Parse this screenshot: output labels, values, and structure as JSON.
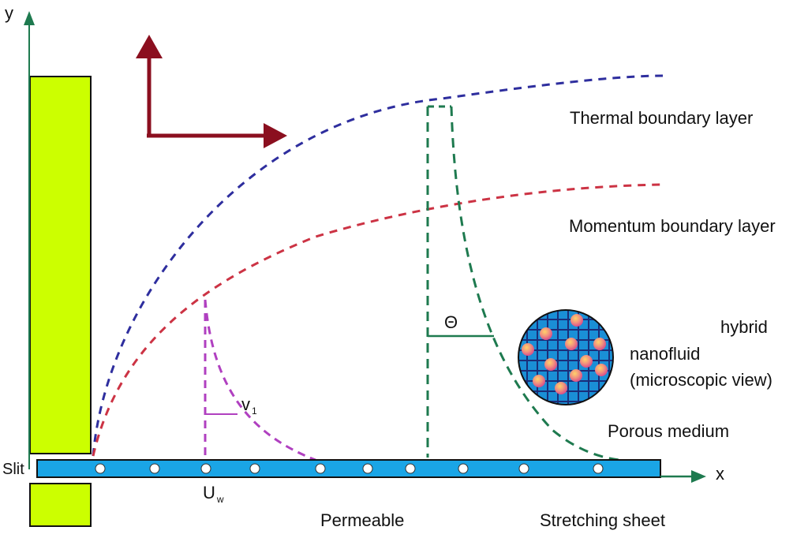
{
  "labels": {
    "y_axis": "y",
    "x_axis": "x",
    "slit": "Slit",
    "thermal": "Thermal boundary layer",
    "momentum": "Momentum boundary layer",
    "hybrid": "hybrid",
    "nanofluid": "nanofluid",
    "microscopic": "(microscopic view)",
    "porous": "Porous medium",
    "permeable": "Permeable",
    "stretching": "Stretching sheet",
    "theta": "Θ",
    "v_main": "v",
    "v_sub": "1",
    "u_main": "U",
    "u_sub": "w"
  },
  "colors": {
    "slab": "#ccff00",
    "sheet": "#1aa5e6",
    "axis": "#1e7a4f",
    "arrow": "#8b0f1f",
    "thermal": "#2e2e9e",
    "momentum": "#cc3344",
    "theta_profile": "#1e7a4f",
    "velocity_profile": "#b040c0",
    "nanoparticle": "#e86a8a"
  }
}
